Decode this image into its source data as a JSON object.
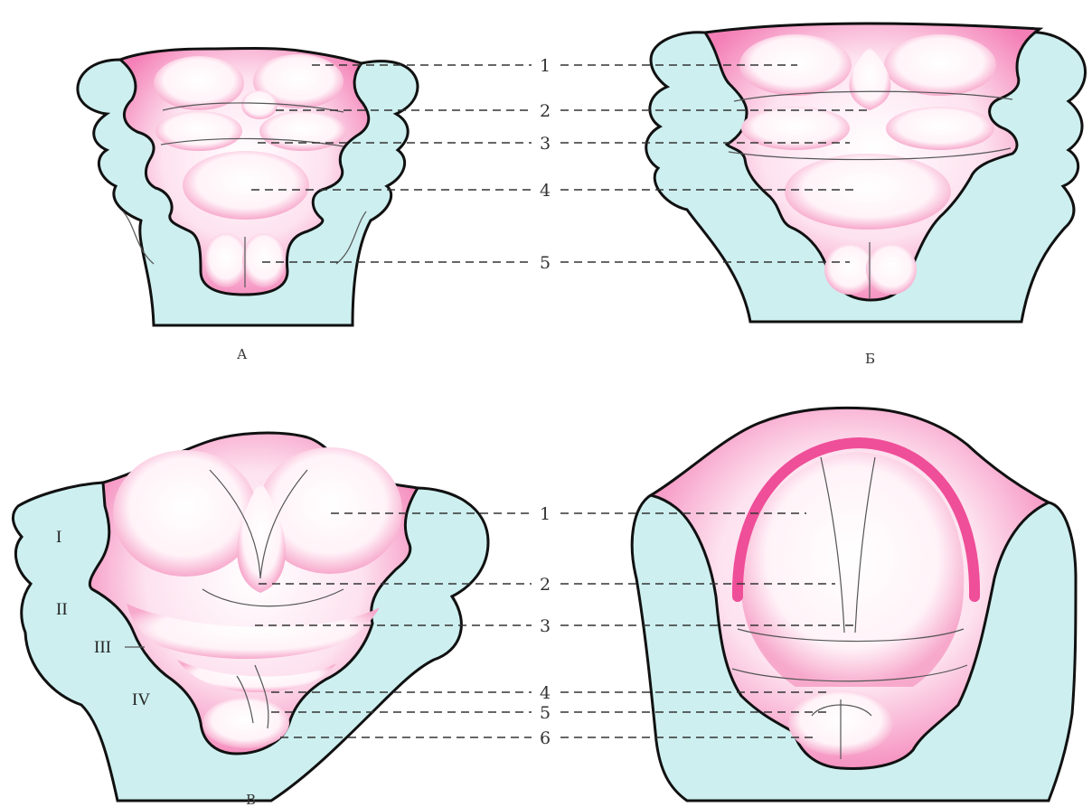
{
  "colors": {
    "tissue": "#f8a3c8",
    "tissue_edge": "#e23f8d",
    "background_tissue": "#cdeff0",
    "outline": "#111111",
    "leader": "#333333"
  },
  "panels": [
    {
      "id": "A",
      "caption": "А",
      "labels": [
        "1",
        "2",
        "3",
        "4",
        "5"
      ]
    },
    {
      "id": "B",
      "caption": "Б",
      "labels": [
        "1",
        "2",
        "3",
        "4",
        "5"
      ]
    },
    {
      "id": "V",
      "caption": "В",
      "labels": [
        "1",
        "2",
        "3",
        "4",
        "5",
        "6"
      ],
      "romans": [
        "I",
        "II",
        "III",
        "IV"
      ]
    },
    {
      "id": "G",
      "caption": "",
      "labels": []
    }
  ],
  "shared_labels_top": [
    "1",
    "2",
    "3",
    "4",
    "5"
  ],
  "shared_labels_bottom": [
    "1",
    "2",
    "3",
    "4",
    "5",
    "6"
  ]
}
